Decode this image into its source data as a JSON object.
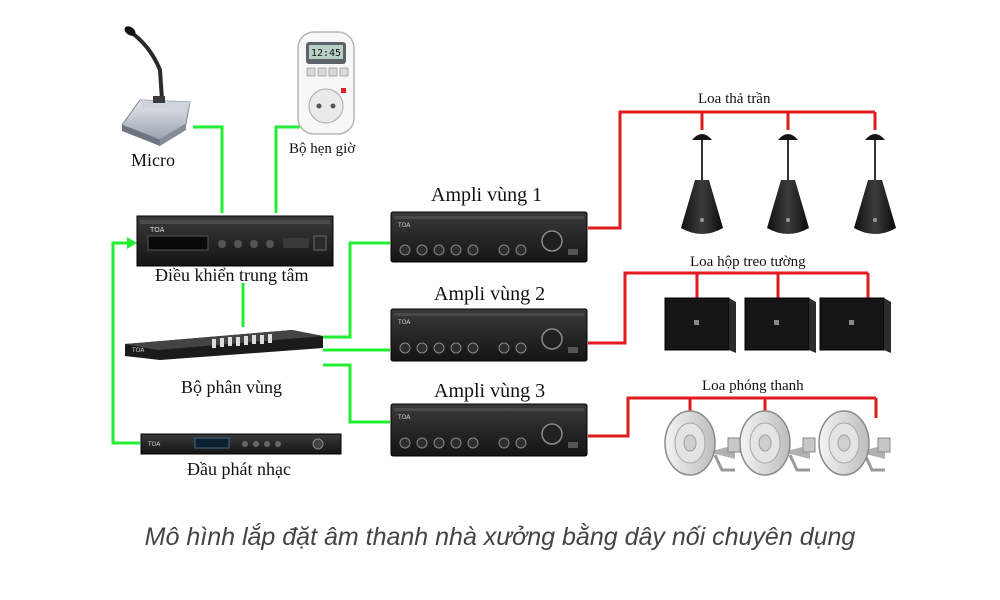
{
  "labels": {
    "micro": "Micro",
    "timer": "Bộ hẹn giờ",
    "controller": "Điều khiển trung tâm",
    "zone_selector": "Bộ phân vùng",
    "player": "Đầu phát nhạc",
    "amp1": "Ampli vùng 1",
    "amp2": "Ampli vùng 2",
    "amp3": "Ampli vùng 3",
    "ceiling_speakers": "Loa thả trần",
    "wall_speakers": "Loa hộp treo tường",
    "horn_speakers": "Loa phóng thanh"
  },
  "timer_display": "12:45",
  "device_badges": {
    "controller": "TOA",
    "zone_selector": "TOA",
    "player": "TOA",
    "amp": "TOA"
  },
  "caption": "Mô hình lắp đặt âm thanh nhà xưởng bằng dây nối chuyên dụng",
  "colors": {
    "green_wire": "#22ee33",
    "red_wire": "#e21a22",
    "device_dark": "#1c1c1c"
  }
}
